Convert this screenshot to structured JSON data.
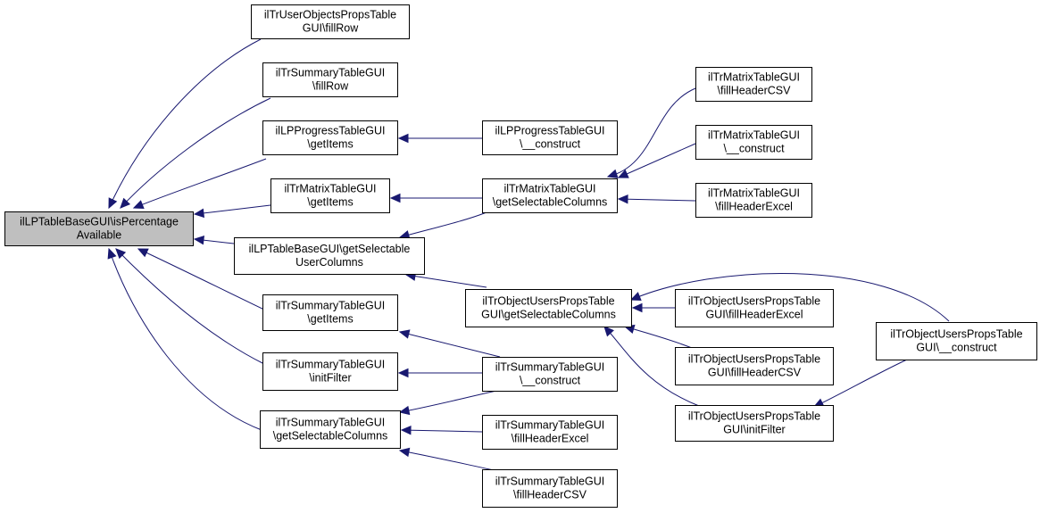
{
  "diagram": {
    "type": "call-graph",
    "colors": {
      "edge": "#191970",
      "root_fill": "#bfbfbf",
      "node_fill": "#ffffff",
      "node_border": "#000000"
    },
    "nodes": [
      {
        "id": "root",
        "lines": [
          "ilLPTableBaseGUI\\isPercentage",
          "Available"
        ],
        "root": true
      },
      {
        "id": "n_uop",
        "lines": [
          "ilTrUserObjectsPropsTable",
          "GUI\\fillRow"
        ]
      },
      {
        "id": "n_sfr",
        "lines": [
          "ilTrSummaryTableGUI",
          "\\fillRow"
        ]
      },
      {
        "id": "n_lpgi",
        "lines": [
          "ilLPProgressTableGUI",
          "\\getItems"
        ]
      },
      {
        "id": "n_lpc",
        "lines": [
          "ilLPProgressTableGUI",
          "\\__construct"
        ]
      },
      {
        "id": "n_mgi",
        "lines": [
          "ilTrMatrixTableGUI",
          "\\getItems"
        ]
      },
      {
        "id": "n_mgsc",
        "lines": [
          "ilTrMatrixTableGUI",
          "\\getSelectableColumns"
        ]
      },
      {
        "id": "n_mfhc",
        "lines": [
          "ilTrMatrixTableGUI",
          "\\fillHeaderCSV"
        ]
      },
      {
        "id": "n_mc",
        "lines": [
          "ilTrMatrixTableGUI",
          "\\__construct"
        ]
      },
      {
        "id": "n_mfhe",
        "lines": [
          "ilTrMatrixTableGUI",
          "\\fillHeaderExcel"
        ]
      },
      {
        "id": "n_lpsuc",
        "lines": [
          "ilLPTableBaseGUI\\getSelectable",
          "UserColumns"
        ]
      },
      {
        "id": "n_ousc",
        "lines": [
          "ilTrObjectUsersPropsTable",
          "GUI\\getSelectableColumns"
        ]
      },
      {
        "id": "n_oufhe",
        "lines": [
          "ilTrObjectUsersPropsTable",
          "GUI\\fillHeaderExcel"
        ]
      },
      {
        "id": "n_oufhc",
        "lines": [
          "ilTrObjectUsersPropsTable",
          "GUI\\fillHeaderCSV"
        ]
      },
      {
        "id": "n_ouif",
        "lines": [
          "ilTrObjectUsersPropsTable",
          "GUI\\initFilter"
        ]
      },
      {
        "id": "n_ouc",
        "lines": [
          "ilTrObjectUsersPropsTable",
          "GUI\\__construct"
        ]
      },
      {
        "id": "n_sgi",
        "lines": [
          "ilTrSummaryTableGUI",
          "\\getItems"
        ]
      },
      {
        "id": "n_sif",
        "lines": [
          "ilTrSummaryTableGUI",
          "\\initFilter"
        ]
      },
      {
        "id": "n_sc",
        "lines": [
          "ilTrSummaryTableGUI",
          "\\__construct"
        ]
      },
      {
        "id": "n_sgsc",
        "lines": [
          "ilTrSummaryTableGUI",
          "\\getSelectableColumns"
        ]
      },
      {
        "id": "n_sfhe",
        "lines": [
          "ilTrSummaryTableGUI",
          "\\fillHeaderExcel"
        ]
      },
      {
        "id": "n_sfhc",
        "lines": [
          "ilTrSummaryTableGUI",
          "\\fillHeaderCSV"
        ]
      }
    ],
    "edges": [
      {
        "from": "n_uop",
        "to": "root"
      },
      {
        "from": "n_sfr",
        "to": "root"
      },
      {
        "from": "n_lpgi",
        "to": "root"
      },
      {
        "from": "n_mgi",
        "to": "root"
      },
      {
        "from": "n_lpsuc",
        "to": "root"
      },
      {
        "from": "n_sgi",
        "to": "root"
      },
      {
        "from": "n_sif",
        "to": "root"
      },
      {
        "from": "n_sgsc",
        "to": "root"
      },
      {
        "from": "n_lpc",
        "to": "n_lpgi"
      },
      {
        "from": "n_mgsc",
        "to": "n_mgi"
      },
      {
        "from": "n_mgsc",
        "to": "n_lpsuc"
      },
      {
        "from": "n_mfhc",
        "to": "n_mgsc"
      },
      {
        "from": "n_mc",
        "to": "n_mgsc"
      },
      {
        "from": "n_mfhe",
        "to": "n_mgsc"
      },
      {
        "from": "n_ousc",
        "to": "n_lpsuc"
      },
      {
        "from": "n_oufhe",
        "to": "n_ousc"
      },
      {
        "from": "n_oufhc",
        "to": "n_ousc"
      },
      {
        "from": "n_ouif",
        "to": "n_ousc"
      },
      {
        "from": "n_ouc",
        "to": "n_ousc"
      },
      {
        "from": "n_ouc",
        "to": "n_ouif"
      },
      {
        "from": "n_sc",
        "to": "n_sgi"
      },
      {
        "from": "n_sc",
        "to": "n_sif"
      },
      {
        "from": "n_sc",
        "to": "n_sgsc"
      },
      {
        "from": "n_sfhe",
        "to": "n_sgsc"
      },
      {
        "from": "n_sfhc",
        "to": "n_sgsc"
      }
    ]
  }
}
